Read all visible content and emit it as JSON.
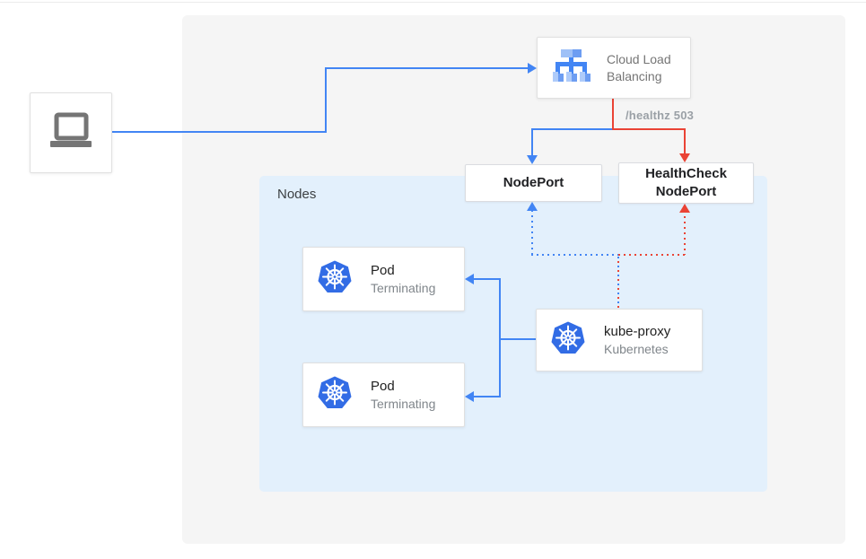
{
  "diagram": {
    "nodes_panel_label": "Nodes",
    "client": {
      "icon": "laptop-icon"
    },
    "cloud_load_balancing": {
      "title": "Cloud Load Balancing",
      "icon": "load-balancer-icon"
    },
    "healthz_label": "/healthz 503",
    "nodeport": {
      "label": "NodePort"
    },
    "healthcheck_nodeport": {
      "line1": "HealthCheck",
      "line2": "NodePort"
    },
    "pods": [
      {
        "title": "Pod",
        "subtitle": "Terminating",
        "icon": "kubernetes-icon"
      },
      {
        "title": "Pod",
        "subtitle": "Terminating",
        "icon": "kubernetes-icon"
      }
    ],
    "kube_proxy": {
      "title": "kube-proxy",
      "subtitle": "Kubernetes",
      "icon": "kubernetes-icon"
    },
    "colors": {
      "traffic_blue": "#4285f4",
      "healthcheck_red": "#ea4335",
      "kubernetes_blue": "#326ce5",
      "panel_bg": "#f5f5f5",
      "nodes_bg": "#e3f0fc"
    }
  }
}
